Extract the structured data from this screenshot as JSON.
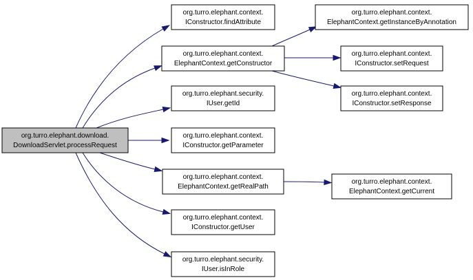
{
  "diagram": {
    "edge_color": "#191970",
    "root_fill": "#bfbfbf",
    "nodes": [
      {
        "id": "process-request",
        "line1": "org.turro.elephant.download.",
        "line2": "DownloadServlet.processRequest",
        "root": true
      },
      {
        "id": "find-attribute",
        "line1": "org.turro.elephant.context.",
        "line2": "IConstructor.findAttribute"
      },
      {
        "id": "get-constructor",
        "line1": "org.turro.elephant.context.",
        "line2": "ElephantContext.getConstructor"
      },
      {
        "id": "get-id",
        "line1": "org.turro.elephant.security.",
        "line2": "IUser.getId"
      },
      {
        "id": "get-parameter",
        "line1": "org.turro.elephant.context.",
        "line2": "IConstructor.getParameter"
      },
      {
        "id": "get-real-path",
        "line1": "org.turro.elephant.context.",
        "line2": "ElephantContext.getRealPath"
      },
      {
        "id": "get-user",
        "line1": "org.turro.elephant.context.",
        "line2": "IConstructor.getUser"
      },
      {
        "id": "is-in-role",
        "line1": "org.turro.elephant.security.",
        "line2": "IUser.isInRole"
      },
      {
        "id": "get-instance-by-annotation",
        "line1": "org.turro.elephant.context.",
        "line2": "ElephantContext.getInstanceByAnnotation"
      },
      {
        "id": "set-request",
        "line1": "org.turro.elephant.context.",
        "line2": "IConstructor.setRequest"
      },
      {
        "id": "set-response",
        "line1": "org.turro.elephant.context.",
        "line2": "IConstructor.setResponse"
      },
      {
        "id": "get-current",
        "line1": "org.turro.elephant.context.",
        "line2": "ElephantContext.getCurrent"
      }
    ],
    "edges": [
      {
        "from": "process-request",
        "to": "find-attribute"
      },
      {
        "from": "process-request",
        "to": "get-constructor"
      },
      {
        "from": "process-request",
        "to": "get-id"
      },
      {
        "from": "process-request",
        "to": "get-parameter"
      },
      {
        "from": "process-request",
        "to": "get-real-path"
      },
      {
        "from": "process-request",
        "to": "get-user"
      },
      {
        "from": "process-request",
        "to": "is-in-role"
      },
      {
        "from": "get-constructor",
        "to": "get-instance-by-annotation"
      },
      {
        "from": "get-constructor",
        "to": "set-request"
      },
      {
        "from": "get-constructor",
        "to": "set-response"
      },
      {
        "from": "get-real-path",
        "to": "get-current"
      }
    ]
  }
}
